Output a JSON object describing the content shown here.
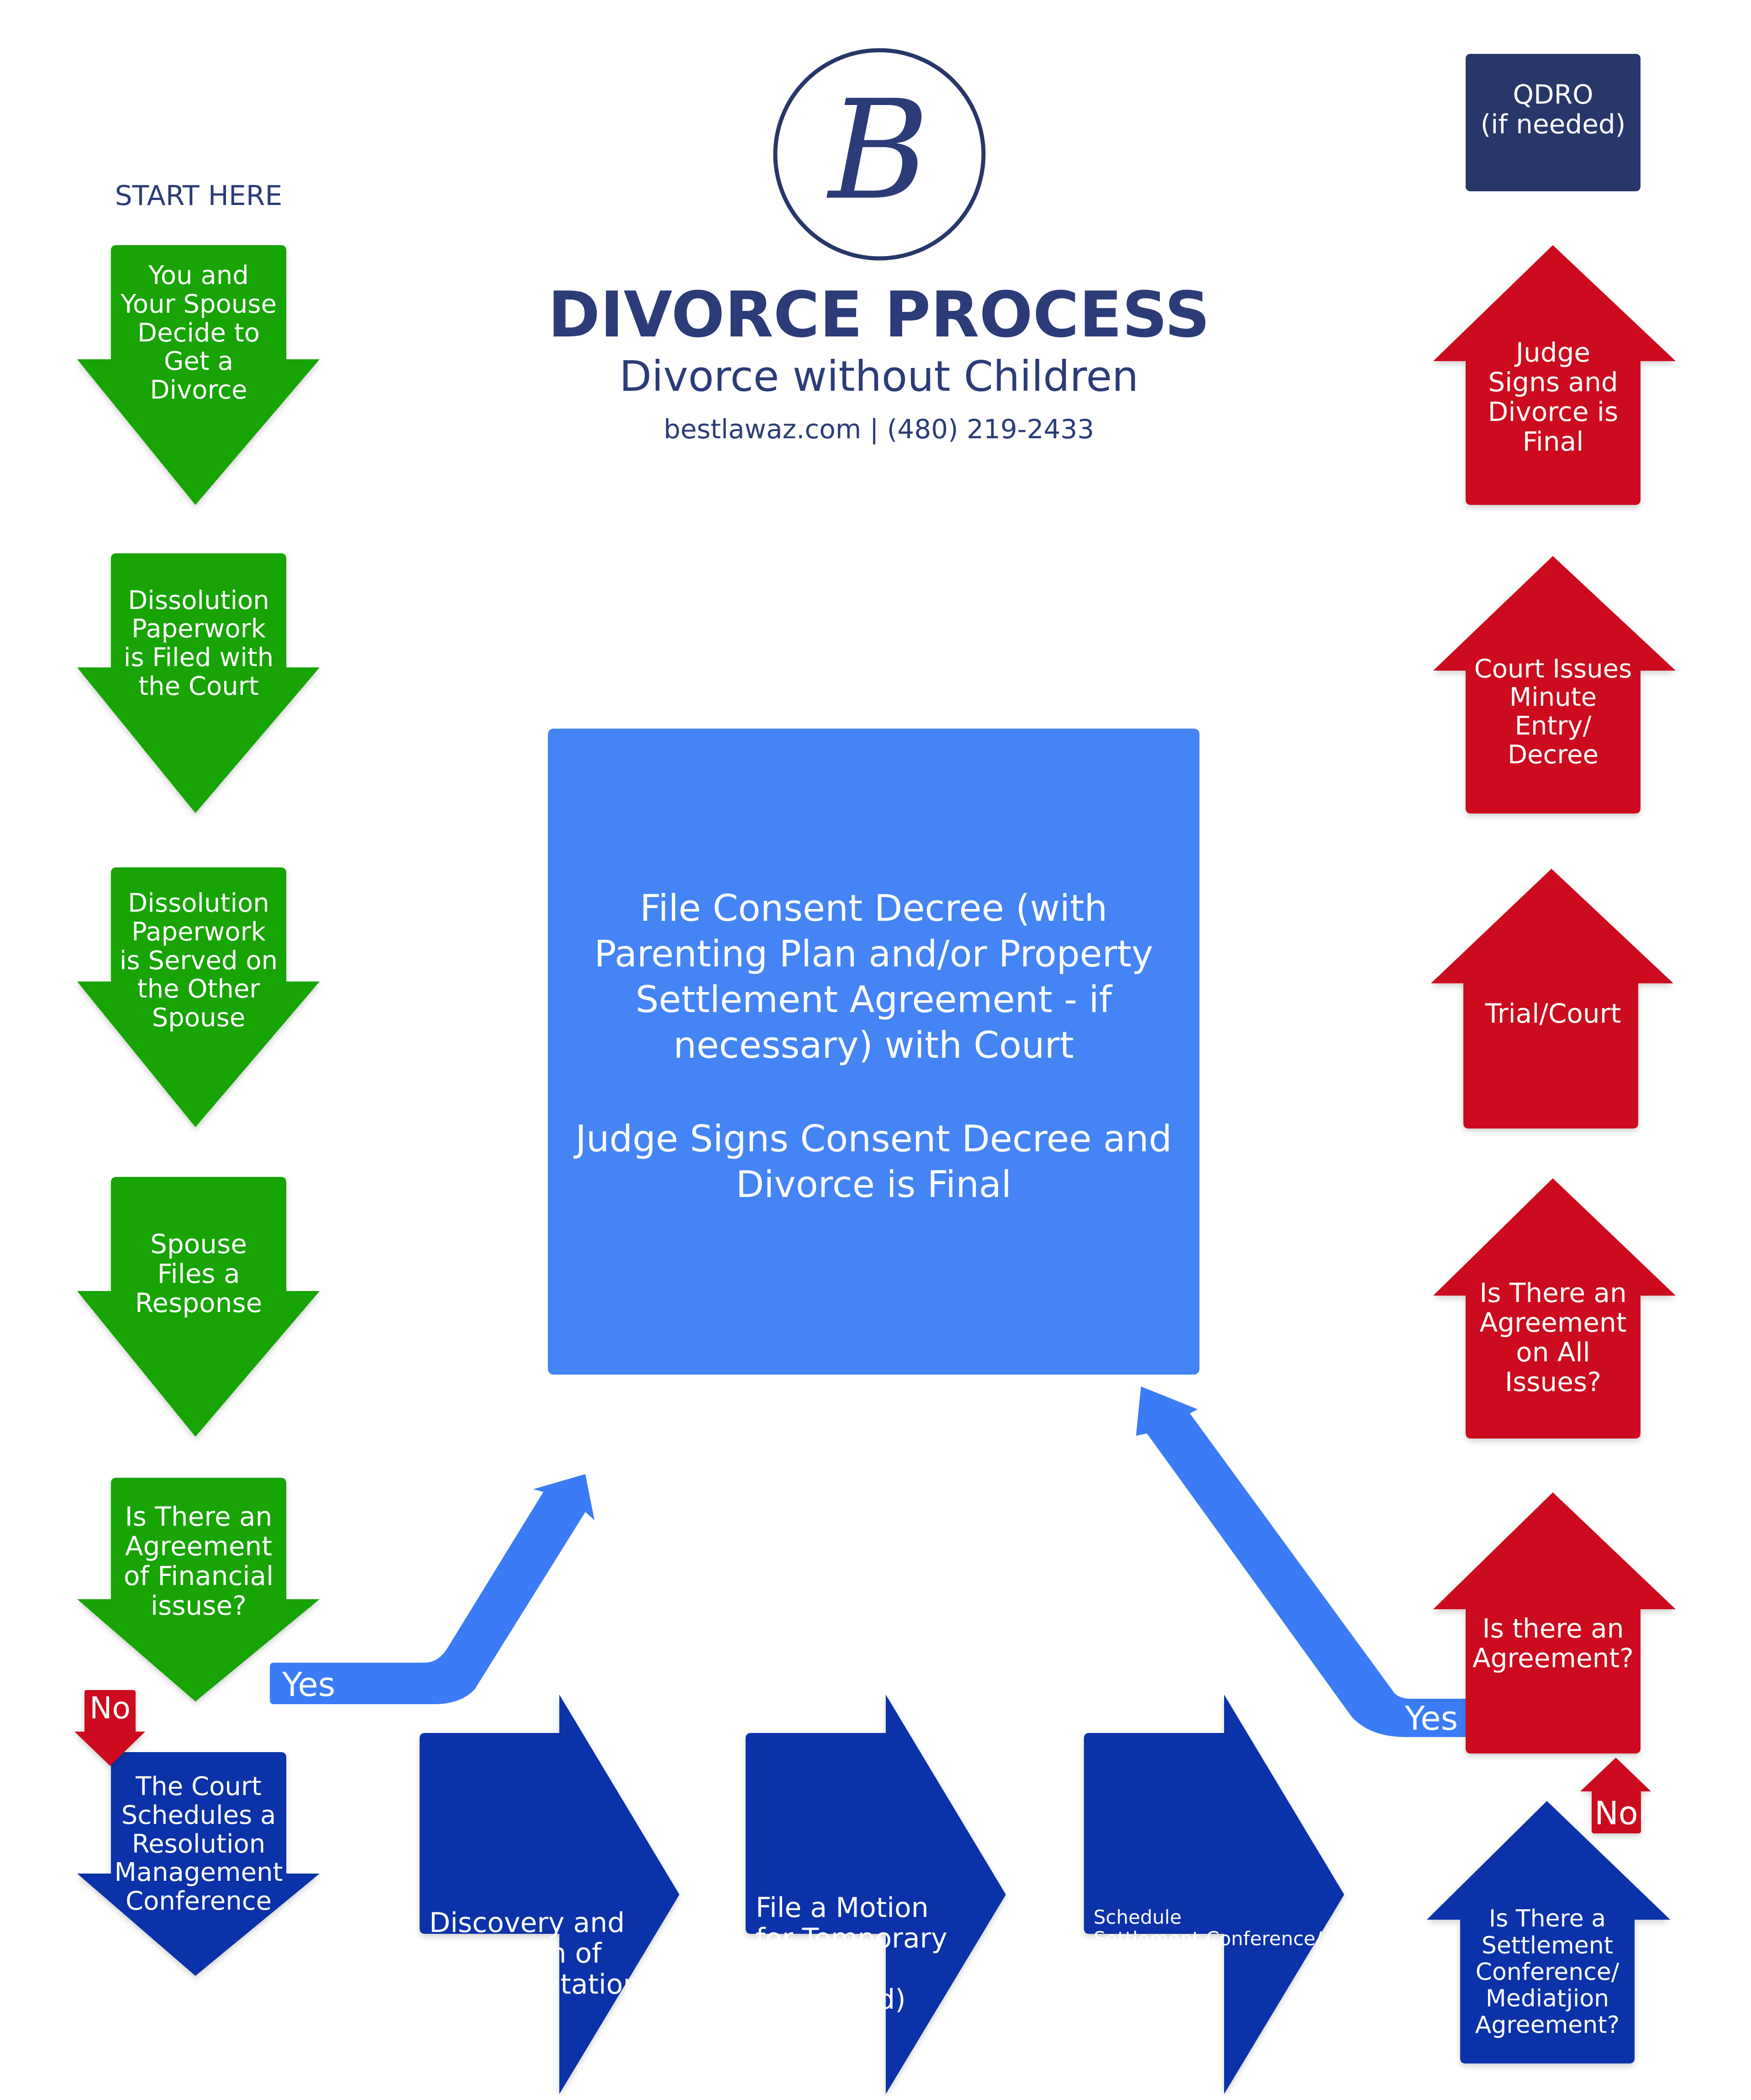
{
  "colors": {
    "green": "#17a404",
    "red": "#cc0c1e",
    "dark_blue": "#0b32a8",
    "bright_blue": "#4484f5",
    "arrow_blue": "#3b7cf6",
    "navy": "#283769"
  },
  "header": {
    "logo_letter": "B",
    "title": "DIVORCE PROCESS",
    "subtitle": "Divorce without Children",
    "contact": "bestlawaz.com | (480) 219-2433"
  },
  "start_label": "START HERE",
  "left_column": [
    {
      "text": "You and\nYour Spouse\nDecide to\nGet a\nDivorce"
    },
    {
      "text": "Dissolution\nPaperwork\nis Filed with\nthe Court"
    },
    {
      "text": "Dissolution\nPaperwork\nis Served on\nthe Other\nSpouse"
    },
    {
      "text": "Spouse\nFiles a\nResponse"
    },
    {
      "text": "Is There an\nAgreement\nof Financial\nissuse?"
    },
    {
      "text": "The Court\nSchedules a\nResolution\nManagement\nConference"
    }
  ],
  "bottom_row": [
    {
      "text": "Discovery and\nDisolution of\nDocumentation"
    },
    {
      "text": "File a Motion\nfor Temporary\nOrders\n(if needed)"
    },
    {
      "text": "Schedule\nSettlement Conference/\nMediaton\n(if needed)"
    }
  ],
  "right_column": [
    {
      "text": "QDRO\n(if needed)"
    },
    {
      "text": "Judge\nSigns and\nDivorce is\nFinal"
    },
    {
      "text": "Court Issues\nMinute\nEntry/\nDecree"
    },
    {
      "text": "Trial/Court"
    },
    {
      "text": "Is There an\nAgreement\non All\nIssues?"
    },
    {
      "text": "Is there an\nAgreement?"
    },
    {
      "text": "Is There a\nSettlement\nConference/\nMediatjion\nAgreement?"
    }
  ],
  "center_box": {
    "paragraph_1": "File Consent Decree (with\nParenting Plan and/or Property\nSettlement Agreement - if\nnecessary) with Court",
    "paragraph_2": "Judge Signs Consent Decree and\nDivorce is Final"
  },
  "branches": {
    "left_no": "No",
    "left_yes": "Yes",
    "right_yes": "Yes",
    "right_no": "No"
  }
}
